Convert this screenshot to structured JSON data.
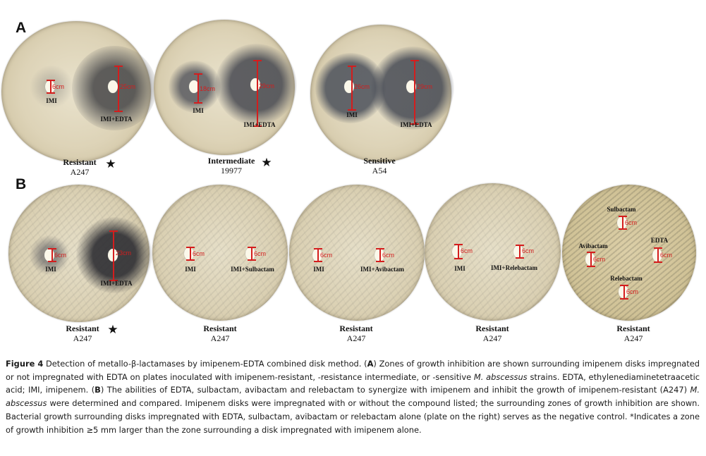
{
  "panels": {
    "A": {
      "letter": "A",
      "plates": [
        {
          "status": "Resistant",
          "strain": "A247",
          "star": "★",
          "imi_label": "IMI",
          "combo_label": "IMI+EDTA",
          "imi_zone": "6cm",
          "combo_zone": "25cm"
        },
        {
          "status": "Intermediate",
          "strain": "19977",
          "star": "★",
          "imi_label": "IMI",
          "combo_label": "IMI+EDTA",
          "imi_zone": "18cm",
          "combo_zone": "29cm"
        },
        {
          "status": "Sensitive",
          "strain": "A54",
          "imi_label": "IMI",
          "combo_label": "IMI+EDTA",
          "imi_zone": "26cm",
          "combo_zone": "29cm"
        }
      ]
    },
    "B": {
      "letter": "B",
      "plates": [
        {
          "status": "Resistant",
          "strain": "A247",
          "star": "★",
          "imi_label": "IMI",
          "combo_label": "IMI+EDTA",
          "imi_zone": "6cm",
          "combo_zone": "23cm"
        },
        {
          "status": "Resistant",
          "strain": "A247",
          "imi_label": "IMI",
          "combo_label": "IMI+Sulbactam",
          "imi_zone": "6cm",
          "combo_zone": "6cm"
        },
        {
          "status": "Resistant",
          "strain": "A247",
          "imi_label": "IMI",
          "combo_label": "IMI+Avibactam",
          "imi_zone": "6cm",
          "combo_zone": "6cm"
        },
        {
          "status": "Resistant",
          "strain": "A247",
          "imi_label": "IMI",
          "combo_label": "IMI+Relebactam",
          "imi_zone": "6cm",
          "combo_zone": "6cm"
        },
        {
          "status": "Resistant",
          "strain": "A247",
          "sulbactam_label": "Sulbactam",
          "avibactam_label": "Avibactam",
          "edta_label": "EDTA",
          "relebactam_label": "Relebactam",
          "sulbactam_zone": "6cm",
          "avibactam_zone": "6cm",
          "edta_zone": "6cm",
          "relebactam_zone": "6cm"
        }
      ]
    }
  },
  "caption": {
    "figure_label": "Figure 4",
    "p1": " Detection of metallo-β-lactamases by imipenem-EDTA combined disk method. (",
    "a": "A",
    "p2": ") Zones of growth inhibition are shown surrounding imipenem disks impregnated or not impregnated with EDTA on plates inoculated with imipenem-resistant, -resistance intermediate, or -sensitive ",
    "species1": "M. abscessus",
    "p3": " strains. EDTA, ethylenediaminetetraacetic acid; IMI, imipenem. (",
    "b": "B",
    "p4": ") The abilities of EDTA, sulbactam, avibactam and relebactam to synergize with imipenem and inhibit the growth of imipenem-resistant (A247) ",
    "species2": "M. abscessus",
    "p5": " were determined and compared. Imipenem disks were impregnated with or without the compound listed; the surrounding zones of growth inhibition are shown. Bacterial growth surrounding disks impregnated with EDTA, sulbactam, avibactam or relebactam alone (plate on the right) serves as the negative control. *Indicates a zone of growth inhibition ≥5 mm larger than the zone surrounding a disk impregnated with imipenem alone."
  }
}
